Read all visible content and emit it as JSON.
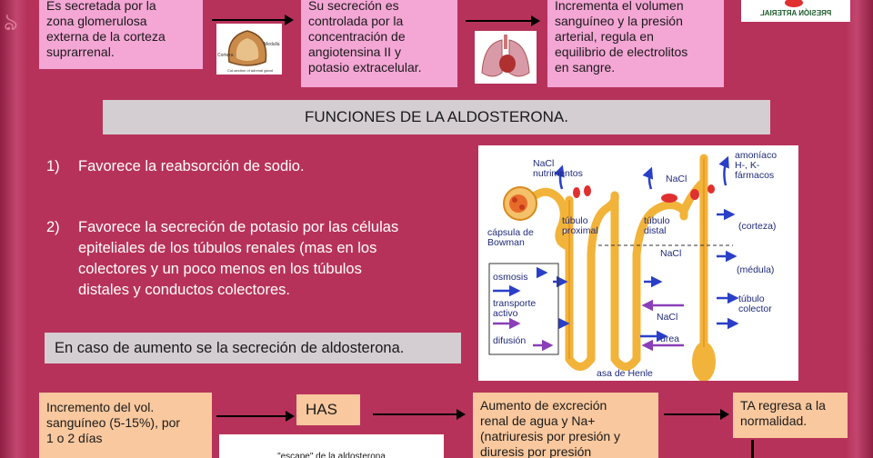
{
  "top": {
    "box1": "Es secretada por la\nzona glomerulosa\nexterna de la corteza\nsuprarrenal.",
    "box2": "Su secreción es\ncontrolada por la\nconcentración de\nangiotensina II y\npotasio extracelular.",
    "box3": "Incrementa el volumen\nsanguíneo y la presión\narterial, regula en\nequilibrio de electrolitos\nen sangre.",
    "logo_text": "PRESIÓN ARTERIAL",
    "adrenal_labels": [
      "Corteza",
      "Medulla",
      "Cut-section of adrenal gland"
    ]
  },
  "heading": "FUNCIONES DE LA ALDOSTERONA.",
  "functions": [
    {
      "num": "1)",
      "text": "Favorece la reabsorción de sodio."
    },
    {
      "num": "2)",
      "text": "Favorece la secreción de potasio por las células\nepiteliales de los túbulos renales (mas en los\ncolectores y un poco menos en los  túbulos\ndistales y   conductos colectores."
    }
  ],
  "increase_note": "En caso de aumento se la secreción de aldosterona.",
  "bottom": {
    "box1": "Incremento  del vol.\nsanguíneo  (5-15%), por\n1 o 2 días",
    "has": "HAS",
    "box2": "Aumento de excreción\nrenal de agua y Na+\n(natriuresis por presión y\ndiuresis por presión",
    "box3": "TA regresa a la\nnormalidad.",
    "partial_caption": "\"escape\" de la aldosterona"
  },
  "diagram": {
    "labels": {
      "nacl_nutrimentos": "NaCl\nnutrimentos",
      "nacl_top": "NaCl",
      "amoniaco": "amoníaco\nH-, K-\nfármacos",
      "tubulo_proximal": "túbulo\nproximal",
      "tubulo_distal": "túbulo\ndistal",
      "capsula": "cápsula de\nBowman",
      "corteza": "(corteza)",
      "nacl_mid": "NaCl",
      "medula": "(médula)",
      "osmosis": "osmosis",
      "transporte": "transporte\nactivo",
      "difusion": "difusión",
      "tubulo_colector": "túbulo\ncolector",
      "nacl_low": "NaCl",
      "urea": "urea",
      "asa": "asa de Henle"
    },
    "colors": {
      "tubule": "#f2b33a",
      "blue_arrow": "#2a3fc8",
      "purple_arrow": "#8a3fb8",
      "red": "#e03030",
      "label": "#1f2a7a"
    }
  }
}
